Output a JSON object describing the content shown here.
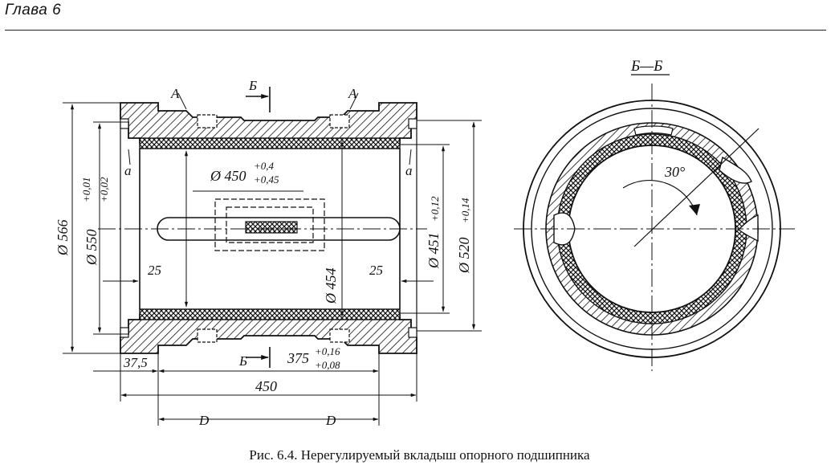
{
  "header": "Глава 6",
  "caption": "Рис. 6.4. Нерегулируемый вкладыш опорного подшипника",
  "section_title": "Б—Б",
  "labels": {
    "a_top_left": "А",
    "a_top_right": "А",
    "b_top": "Б",
    "b_bottom": "Б",
    "a_small_left": "а",
    "a_small_right": "а",
    "d_left": "D",
    "d_right": "D",
    "angle": "30°"
  },
  "dimensions": {
    "d566": "Ø 566",
    "d550": "Ø 550",
    "d550_tol_upper": "+0,01",
    "d550_tol_lower": "+0,02",
    "d450": "Ø 450",
    "d450_tol_upper": "+0,4",
    "d450_tol_lower": "+0,45",
    "d454": "Ø 454",
    "d451": "Ø 451",
    "d451_tol": "+0,12",
    "d520": "Ø 520",
    "d520_tol": "+0,14",
    "w25_left": "25",
    "w25_right": "25",
    "w37_5": "37,5",
    "w375": "375",
    "w375_tol_upper": "+0,16",
    "w375_tol_lower": "+0,08",
    "w450": "450"
  }
}
